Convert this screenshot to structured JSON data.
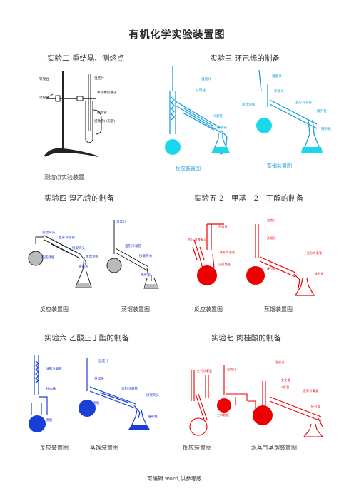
{
  "title": "有机化学实验装置图",
  "exp2": {
    "heading": "实验二  重结晶、测熔点",
    "caption": "测熔点实验装置",
    "labels": [
      "铁架台",
      "试管夹",
      "温度计",
      "单孔橡胶塞子",
      "熔点管",
      "提勒管(b形管)"
    ]
  },
  "exp3": {
    "heading": "实验三  环己烯的制备",
    "caption_left": "反应装置图",
    "caption_right": "蒸馏装置图",
    "labels": [
      "温度计",
      "分馏柱",
      "冷凝管",
      "接收器",
      "温度计",
      "蒸馏头",
      "蒸馏烧瓶",
      "直形冷凝管",
      "接引管",
      "锥形瓶"
    ]
  },
  "exp4": {
    "heading": "实验四   溴乙烷的制备",
    "caption_left": "反应装置图",
    "caption_right": "蒸馏装置图",
    "labels": [
      "蒸馏弯头",
      "直形冷凝管",
      "接受弯头",
      "圆底烧瓶",
      "锥形瓶",
      "温度计",
      "直形冷凝管",
      "蒸馏烧瓶",
      "接受弯头",
      "锥形瓶"
    ]
  },
  "exp5": {
    "heading": "实验五    2－甲基－2－丁醇的制备",
    "caption_left": "反应装置图",
    "caption_right": "蒸馏装置图",
    "labels": [
      "干燥管",
      "恒压滴液漏斗",
      "球形冷凝管",
      "三颈烧瓶",
      "温度计",
      "蒸馏头",
      "直形冷凝管",
      "接引管",
      "锥形瓶"
    ]
  },
  "exp6": {
    "heading": "实验六    乙酸正丁酯的制备",
    "caption_left": "反应装置图",
    "caption_right": "蒸馏装置图",
    "labels": [
      "球形冷凝管",
      "分水器",
      "烧瓶",
      "温度计",
      "蒸馏头",
      "直形冷凝管",
      "接受弯头",
      "烧瓶",
      "锥形瓶"
    ]
  },
  "exp7": {
    "heading": "实验七    肉桂酸的制备",
    "caption_left": "反应装置图",
    "caption_right": "水蒸气蒸馏装置图",
    "labels": [
      "空气冷凝管",
      "温度计",
      "三口烧瓶",
      "温度计",
      "安全管",
      "T形管",
      "直形冷凝管",
      "接引管"
    ]
  },
  "footer": "可编辑 word,供参考版！"
}
